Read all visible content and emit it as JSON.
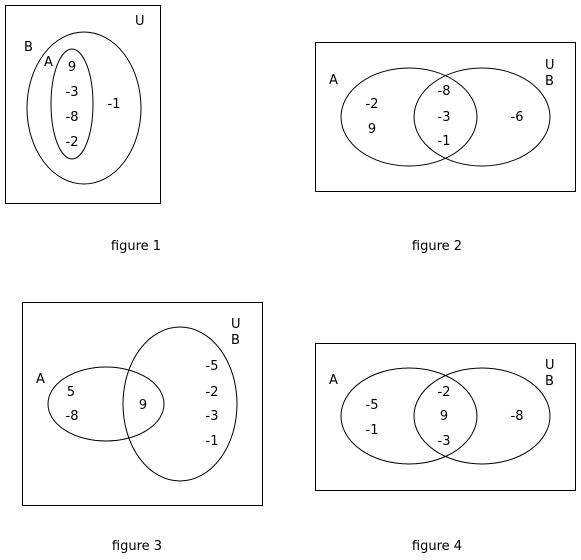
{
  "figures": [
    {
      "caption": "figure 1",
      "universe": "U",
      "set_b": "B",
      "set_a": "A",
      "a_values": [
        "9",
        "-3",
        "-8",
        "-2"
      ],
      "b_only_values": [
        "-1"
      ]
    },
    {
      "caption": "figure 2",
      "universe": "U",
      "set_a": "A",
      "set_b": "B",
      "a_only": [
        "-2",
        "9"
      ],
      "both": [
        "-8",
        "-3",
        "-1"
      ],
      "b_only": [
        "-6"
      ]
    },
    {
      "caption": "figure 3",
      "universe": "U",
      "set_a": "A",
      "set_b": "B",
      "a_only": [
        "5",
        "-8"
      ],
      "both": [
        "9"
      ],
      "b_only": [
        "-5",
        "-2",
        "-3",
        "-1"
      ]
    },
    {
      "caption": "figure 4",
      "universe": "U",
      "set_a": "A",
      "set_b": "B",
      "a_only": [
        "-5",
        "-1"
      ],
      "both": [
        "-2",
        "9",
        "-3"
      ],
      "b_only": [
        "-8"
      ]
    }
  ]
}
